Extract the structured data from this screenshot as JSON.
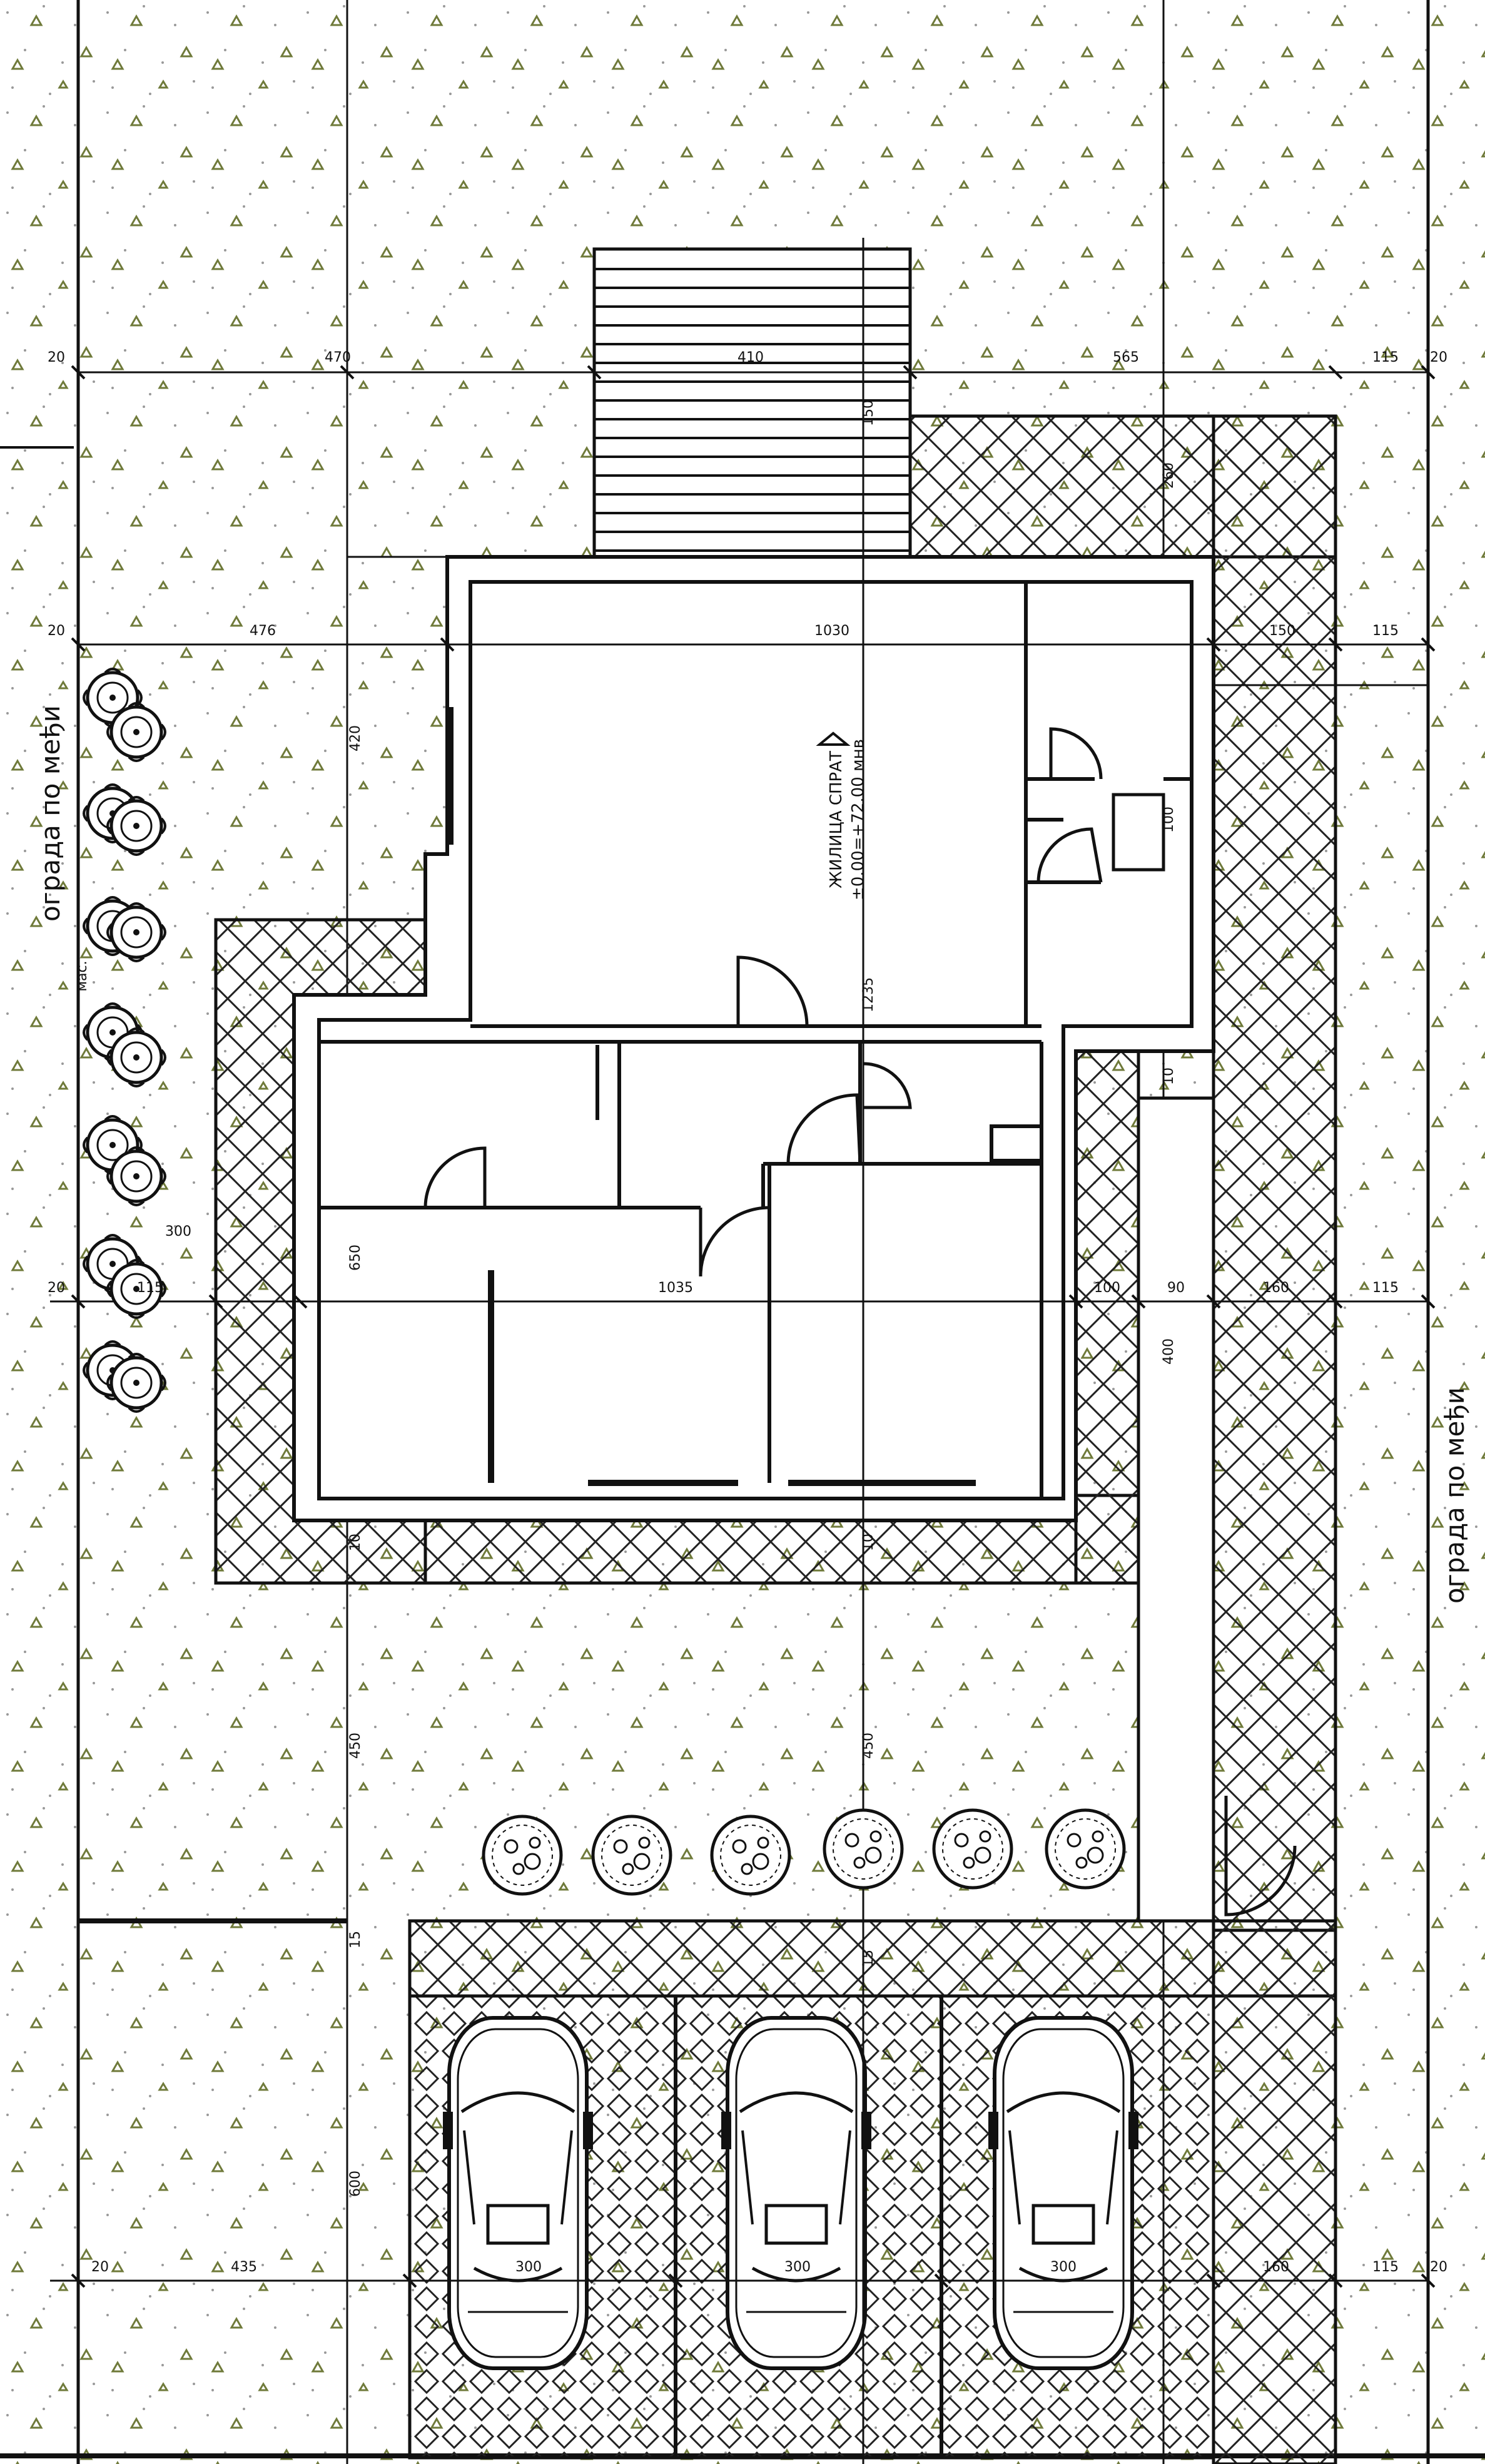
{
  "labels": {
    "fence_left": "ограда по међи",
    "fence_left_sub": "мас.",
    "fence_right": "ограда по међи",
    "house_name": "ЖИЛИЦА СПРАТ",
    "house_level": "±0.00=+72.00 мнв"
  },
  "dims_top_row": [
    "470",
    "410",
    "565",
    "115"
  ],
  "dims_row2": [
    "476",
    "1030",
    "150",
    "115"
  ],
  "dims_row3": [
    "300",
    "115",
    "1035",
    "100",
    "90",
    "160",
    "115"
  ],
  "dims_bottom_row": [
    "435",
    "300",
    "300",
    "300",
    "160",
    "115"
  ],
  "dims_small": [
    "20",
    "20",
    "20",
    "20",
    "20",
    "20"
  ],
  "dims_vertical": [
    "1235",
    "420",
    "450",
    "450",
    "600",
    "650",
    "400",
    "150",
    "10",
    "10",
    "10",
    "15",
    "15",
    "260",
    "100"
  ],
  "colors": {
    "line": "#111111",
    "grass_dot": "#8a8a6a",
    "grass_mark": "#6f7a3a",
    "paving": "#222222"
  },
  "icons": [
    "car-icon",
    "tree-icon",
    "shrub-icon",
    "door-swing-icon",
    "stair-icon"
  ]
}
